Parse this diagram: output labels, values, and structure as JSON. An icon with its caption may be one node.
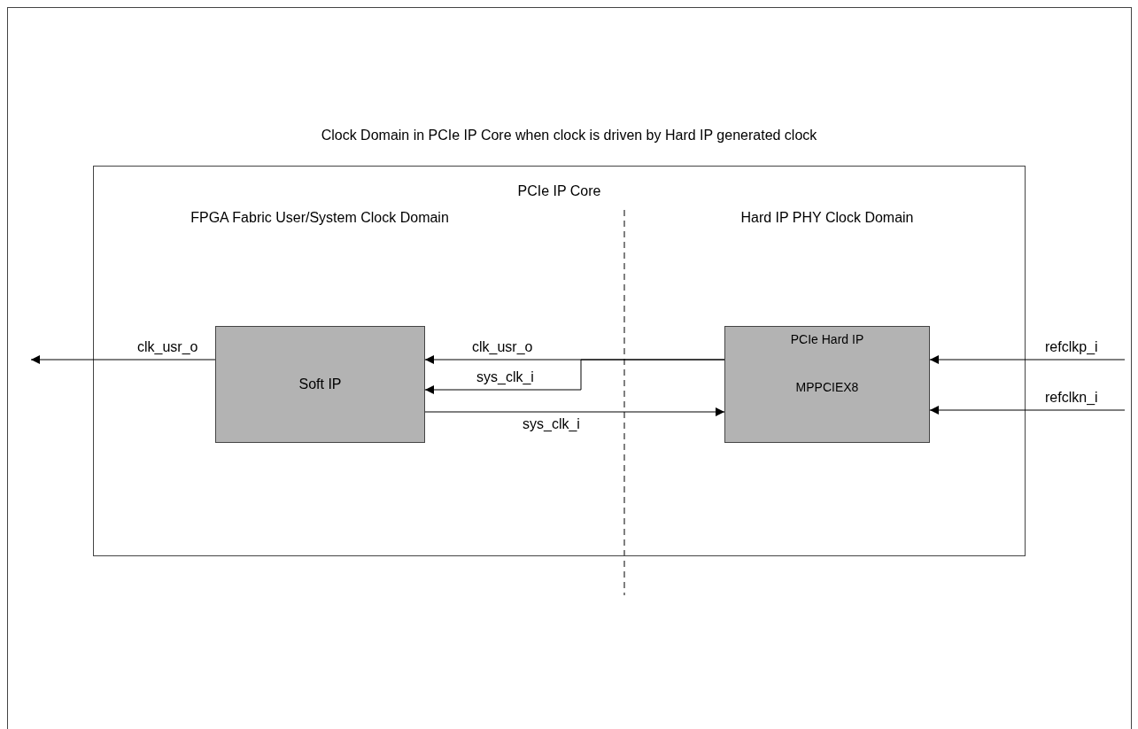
{
  "diagram": {
    "title": "Clock Domain in PCIe IP Core when clock is driven by Hard IP generated clock",
    "nodes": [
      {
        "text": [
          "PCIe IP Core"
        ]
      },
      {
        "text": [
          "Soft IP"
        ],
        "in": 0
      },
      {
        "text": [
          "PCIe Hard IP",
          "MPPCIEX8"
        ],
        "in": 0
      }
    ],
    "edges": [
      {
        "from": 1,
        "to": null,
        "arrow": "to",
        "label": "clk_usr_o"
      },
      {
        "from": 2,
        "to": 1,
        "arrow": "to",
        "label": "clk_usr_o"
      },
      {
        "from": 2,
        "to": 1,
        "arrow": "to",
        "label": "sys_clk_i"
      },
      {
        "from": 1,
        "to": 2,
        "arrow": "to",
        "label": "sys_clk_i"
      },
      {
        "from": null,
        "to": 2,
        "arrow": "to",
        "label": "refclkp_i"
      },
      {
        "from": null,
        "to": 2,
        "arrow": "to",
        "label": "refclkn_i"
      }
    ],
    "labels": [
      "FPGA Fabric User/System Clock Domain",
      "Hard IP PHY Clock Domain"
    ]
  }
}
